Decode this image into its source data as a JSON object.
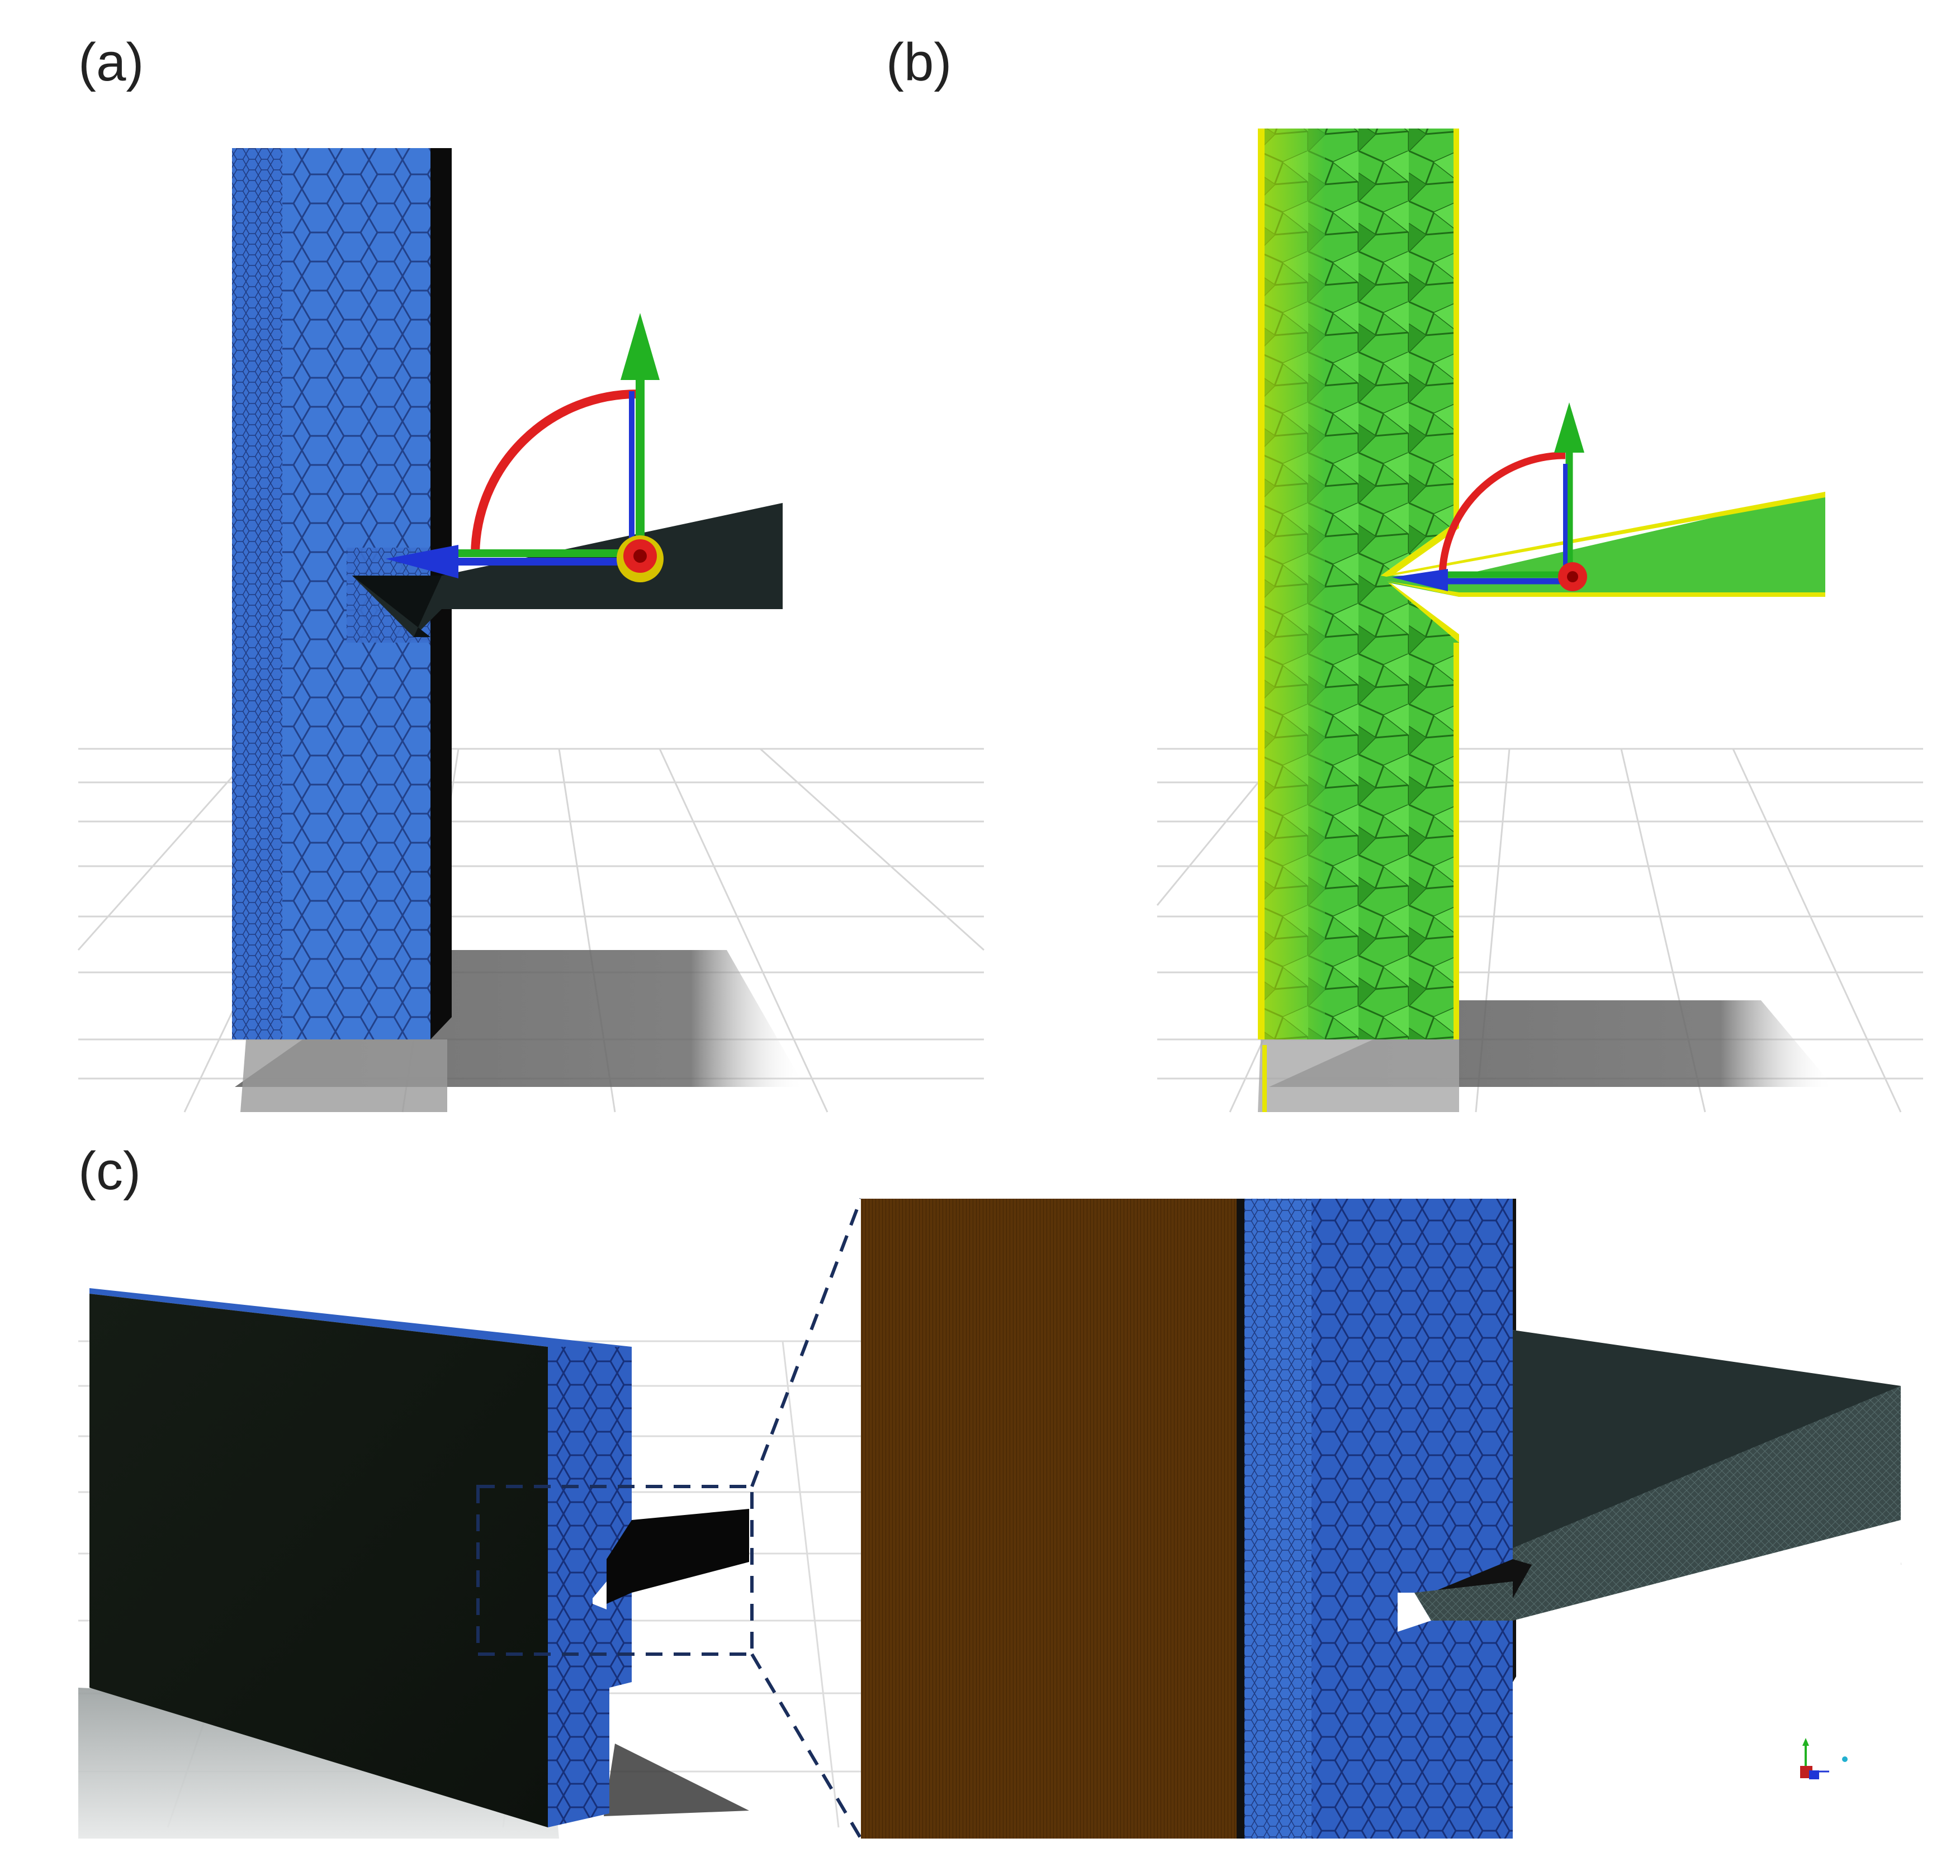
{
  "panels": {
    "a": {
      "label": "(a)"
    },
    "b": {
      "label": "(b)"
    },
    "c": {
      "label": "(c)"
    }
  },
  "colors": {
    "poly_mesh_blue": "#3f78d6",
    "poly_mesh_line": "#22418a",
    "tet_mesh_green": "#49c43a",
    "tet_mesh_edge_yellow": "#e6e600",
    "plate_black": "#111611",
    "prism_layer_brown": "#5a3308",
    "nozzle_grey": "#2e3d3d",
    "gizmo_red": "#e02020",
    "gizmo_green": "#22b222",
    "gizmo_blue": "#1f35d6",
    "zoom_box_dash": "#1a2e5c",
    "ground_grid": "#d9d9d9",
    "shadow": "#6a6a6a"
  },
  "icons": {
    "rotation_gizmo": "axis-arrows-icon",
    "view_triad": "xyz-triad-icon"
  }
}
